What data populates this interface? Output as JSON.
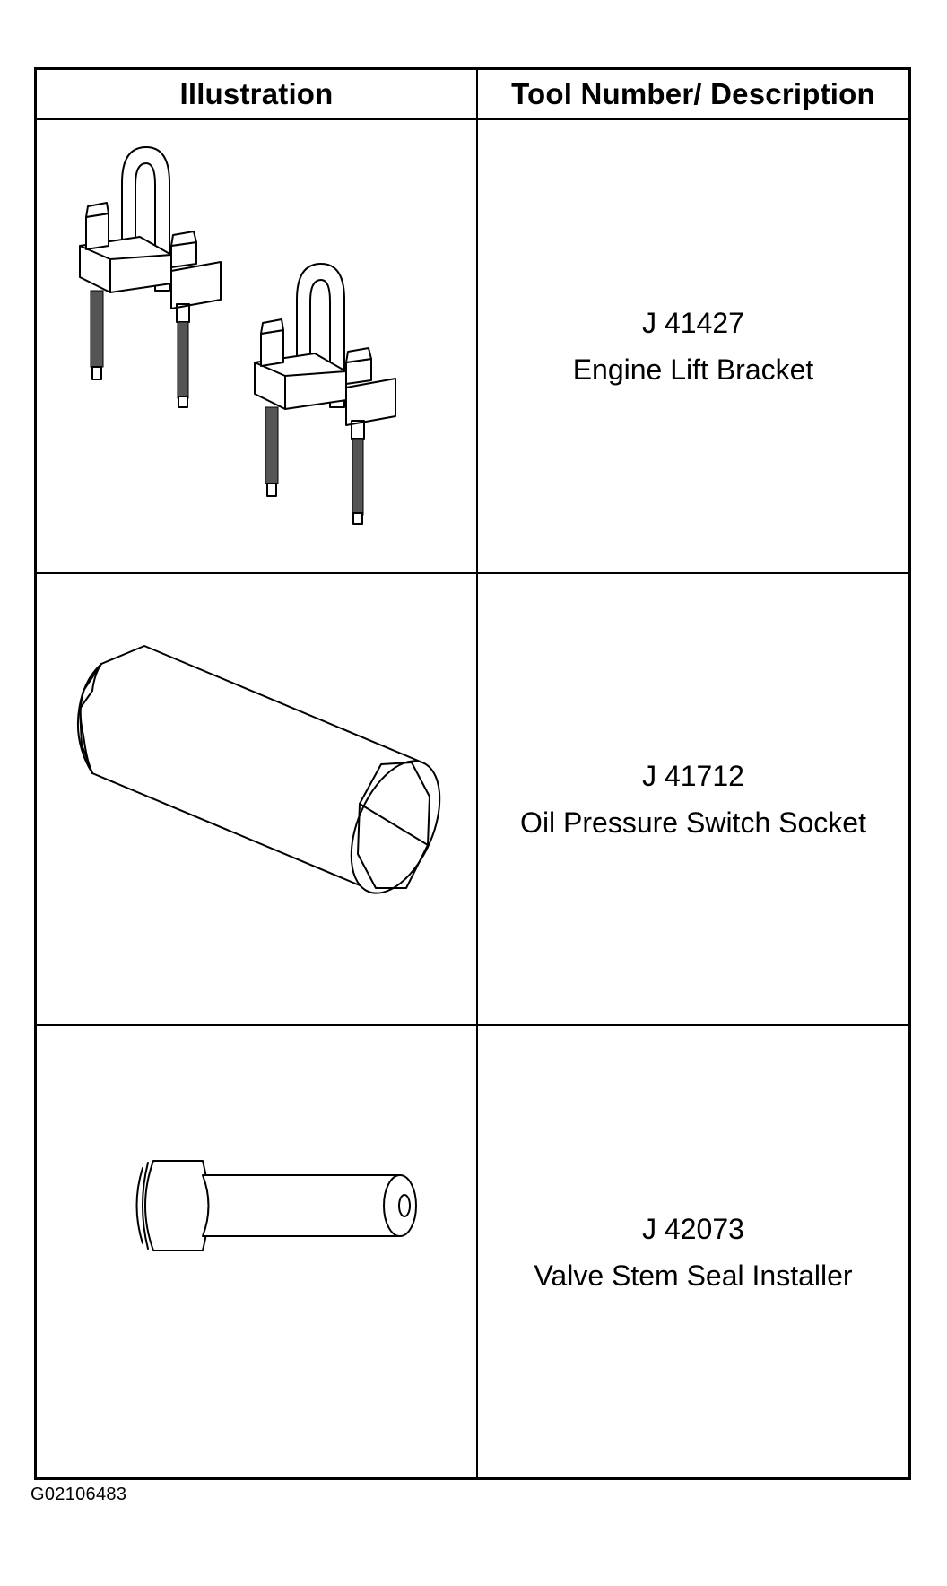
{
  "table": {
    "header": {
      "illustration": "Illustration",
      "description": "Tool Number/ Description"
    },
    "rows": [
      {
        "tool_number": "J 41427",
        "description": "Engine Lift Bracket",
        "illustration_icon": "engine-lift-bracket-icon"
      },
      {
        "tool_number": "J 41712",
        "description": "Oil Pressure Switch Socket",
        "illustration_icon": "oil-pressure-switch-socket-icon"
      },
      {
        "tool_number": "J 42073",
        "description": "Valve Stem Seal Installer",
        "illustration_icon": "valve-stem-seal-installer-icon"
      }
    ]
  },
  "figure_id": "G02106483"
}
